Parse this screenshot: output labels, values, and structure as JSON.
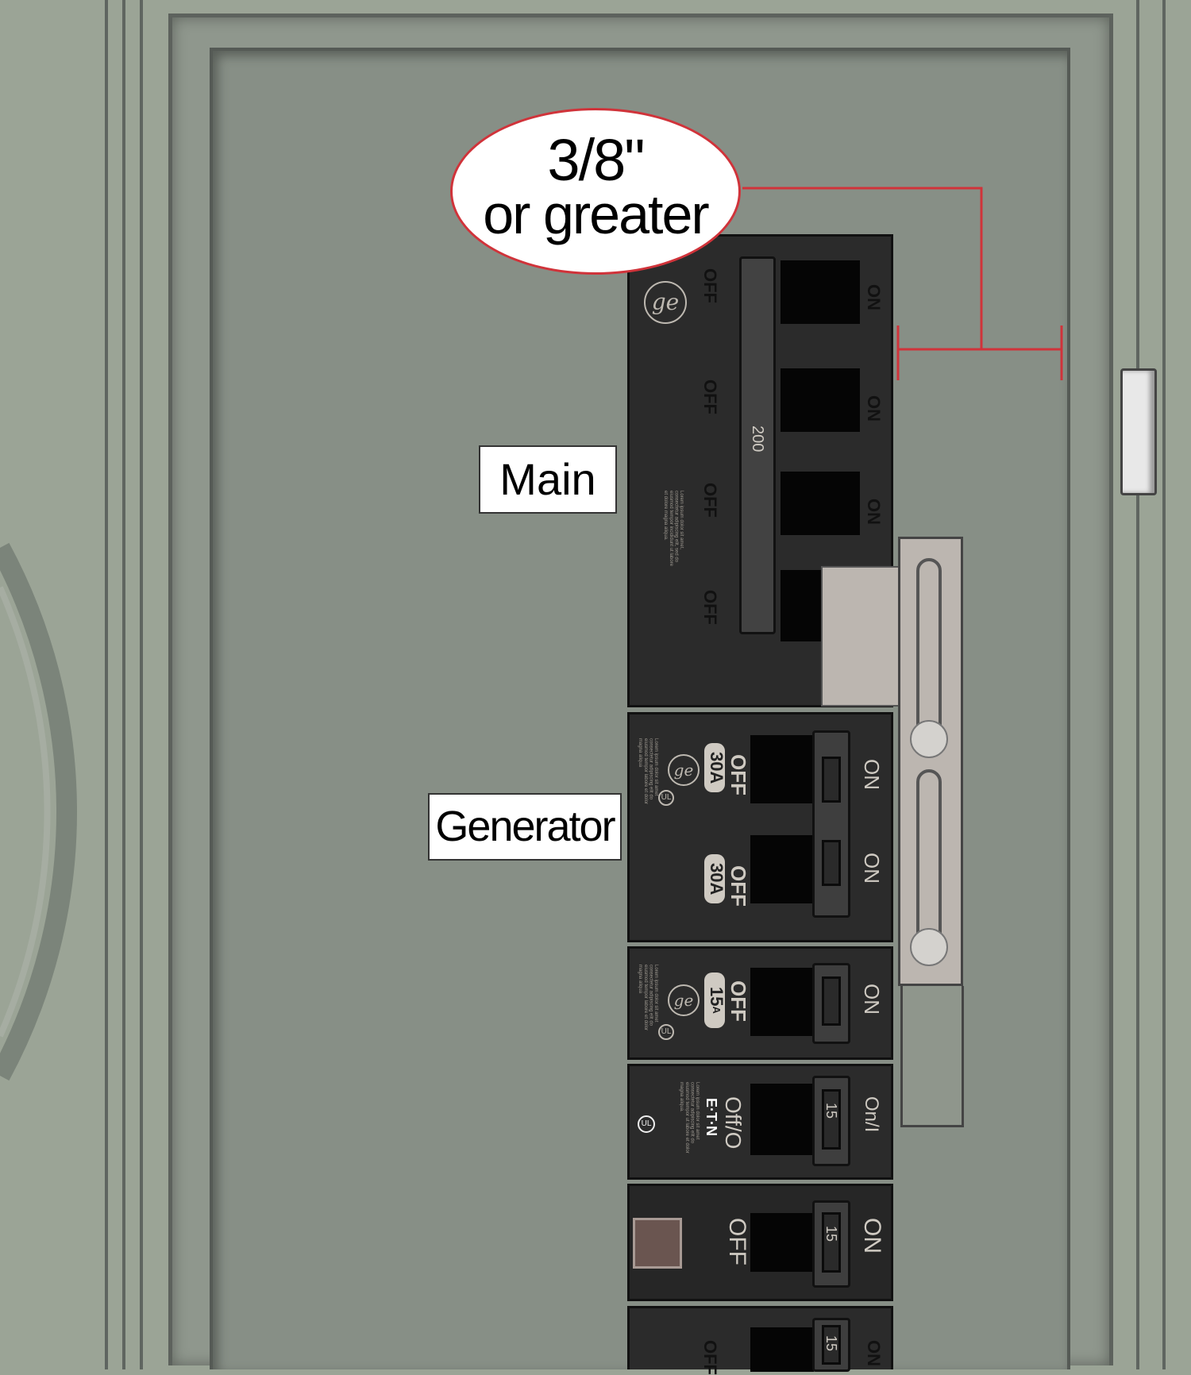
{
  "callout": {
    "line1": "3/8\"",
    "line2": "or greater"
  },
  "labels": {
    "main": "Main",
    "generator": "Generator"
  },
  "main_breaker": {
    "brand": "GE",
    "rating": "200",
    "off": "OFF",
    "on": "ON",
    "fine_print": "Lorem ipsum dolor sit amet, consectetur adipiscing elit, sed do eiusmod tempor incididunt ut labore et dolore magna aliqua."
  },
  "generator_breaker": {
    "brand": "GE",
    "rating": "30A",
    "off": "OFF",
    "on": "ON",
    "ul": "UL",
    "fine_print": "Lorem ipsum dolor sit amet consectetur adipiscing elit do eiusmod tempor labore et dolor magna aliqua"
  },
  "breaker_15a": {
    "brand": "GE",
    "rating": "15",
    "unit": "A",
    "off": "OFF",
    "on": "ON",
    "ul": "UL",
    "fine_print": "Lorem ipsum dolor sit amet consectetur adipiscing elit do eiusmod tempor labore et dolor magna aliqua"
  },
  "eaton_breaker": {
    "brand": "E·T·N",
    "rating": "15",
    "off": "Off/O",
    "on": "On/I",
    "ul": "UL",
    "fine_print": "Lorem ipsum dolor sit amet consectetur adipiscing elit do eiusmod tempor ut labore et dolor magna aliqua."
  },
  "squared_breaker": {
    "rating": "15",
    "off": "OFF",
    "on": "ON"
  },
  "bottom_breaker": {
    "rating": "15",
    "off": "OFF",
    "on": "ON"
  },
  "colors": {
    "callout_red": "#d0333a",
    "panel": "#878f86",
    "breaker": "#2b2b2b"
  }
}
